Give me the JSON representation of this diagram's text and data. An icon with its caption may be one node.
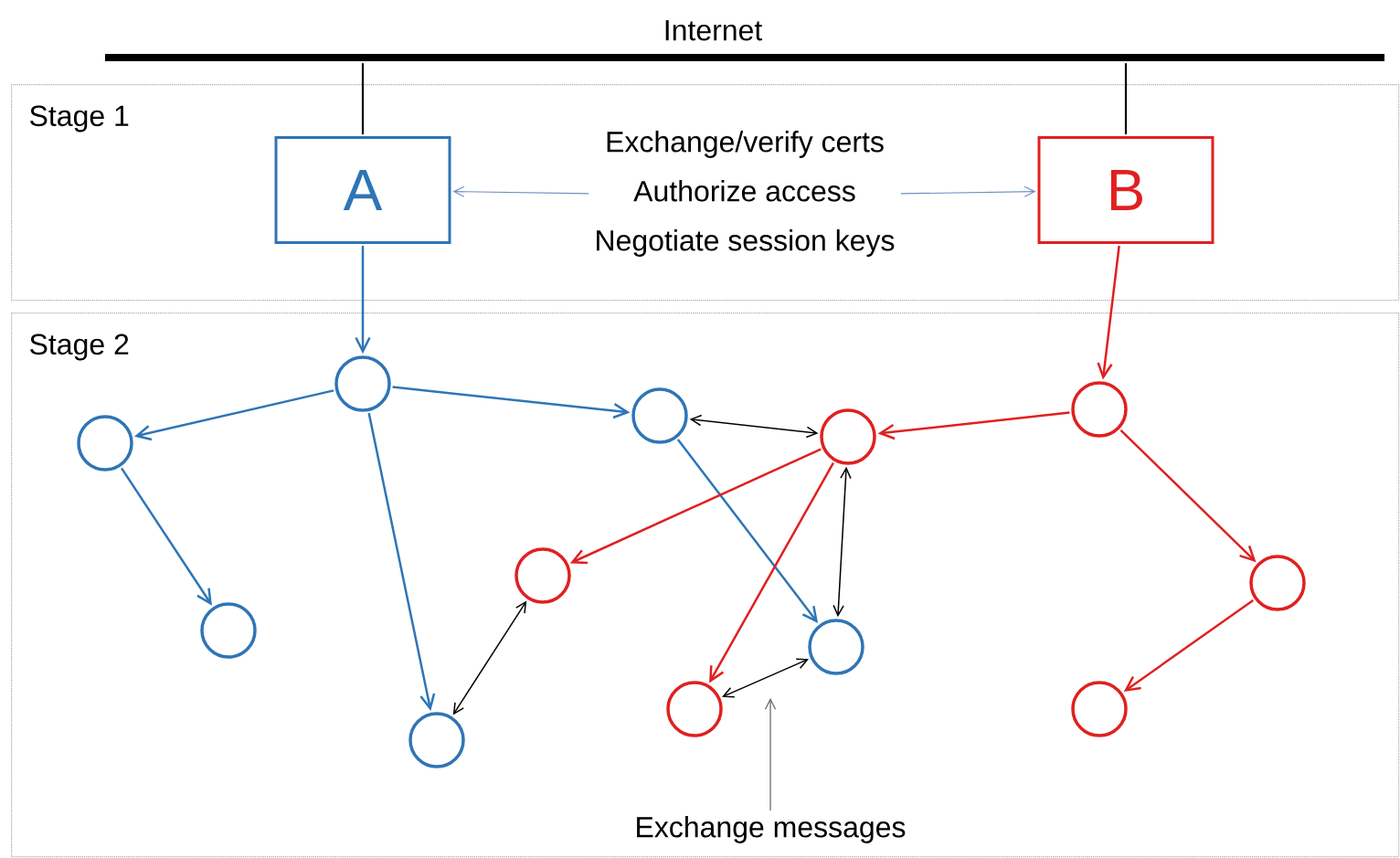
{
  "diagram": {
    "nodes": [
      {
        "text": [
          "Internet"
        ]
      },
      {
        "text": [
          "Stage 1"
        ]
      },
      {
        "text": [
          "A"
        ],
        "in": 1
      },
      {
        "text": [
          "Exchange/verify certs",
          "Authorize access",
          "Negotiate session keys"
        ],
        "in": 1
      },
      {
        "text": [
          "B"
        ],
        "in": 1
      },
      {
        "text": [
          "Stage 2"
        ]
      },
      {
        "text": [],
        "shape": "circle",
        "in": 5
      },
      {
        "text": [],
        "shape": "circle",
        "in": 5
      },
      {
        "text": [],
        "shape": "circle",
        "in": 5
      },
      {
        "text": [],
        "shape": "circle",
        "in": 5
      },
      {
        "text": [],
        "shape": "circle",
        "in": 5
      },
      {
        "text": [],
        "shape": "circle",
        "in": 5
      },
      {
        "text": [],
        "shape": "circle",
        "in": 5
      },
      {
        "text": [],
        "shape": "circle",
        "in": 5
      },
      {
        "text": [],
        "shape": "circle",
        "in": 5
      },
      {
        "text": [],
        "shape": "circle",
        "in": 5
      },
      {
        "text": [],
        "shape": "circle",
        "in": 5
      },
      {
        "text": [],
        "shape": "circle",
        "in": 5
      },
      {
        "text": [
          "Exchange messages"
        ],
        "in": 5
      }
    ],
    "edges": [
      {
        "from": 0,
        "to": 2,
        "arrow": "none",
        "color": "#000000"
      },
      {
        "from": 0,
        "to": 4,
        "arrow": "none",
        "color": "#000000"
      },
      {
        "from": 3,
        "to": 2,
        "arrow": "to",
        "color": "#6f8fc0"
      },
      {
        "from": 3,
        "to": 4,
        "arrow": "to",
        "color": "#6f8fc0"
      },
      {
        "from": 2,
        "to": 8,
        "arrow": "to",
        "color": "#2e75b6"
      },
      {
        "from": 4,
        "to": 15,
        "arrow": "to",
        "color": "#e02020"
      },
      {
        "from": 8,
        "to": 6,
        "arrow": "to",
        "color": "#2e75b6"
      },
      {
        "from": 6,
        "to": 7,
        "arrow": "to",
        "color": "#2e75b6"
      },
      {
        "from": 8,
        "to": 11,
        "arrow": "to",
        "color": "#2e75b6"
      },
      {
        "from": 8,
        "to": 9,
        "arrow": "to",
        "color": "#2e75b6"
      },
      {
        "from": 11,
        "to": 13,
        "arrow": "to",
        "color": "#2e75b6"
      },
      {
        "from": 15,
        "to": 14,
        "arrow": "to",
        "color": "#e02020"
      },
      {
        "from": 15,
        "to": 17,
        "arrow": "to",
        "color": "#e02020"
      },
      {
        "from": 17,
        "to": 16,
        "arrow": "to",
        "color": "#e02020"
      },
      {
        "from": 14,
        "to": 10,
        "arrow": "to",
        "color": "#e02020"
      },
      {
        "from": 14,
        "to": 12,
        "arrow": "to",
        "color": "#e02020"
      },
      {
        "from": 11,
        "to": 14,
        "arrow": "both",
        "color": "#000000"
      },
      {
        "from": 14,
        "to": 13,
        "arrow": "both",
        "color": "#000000"
      },
      {
        "from": 10,
        "to": 9,
        "arrow": "both",
        "color": "#000000"
      },
      {
        "from": 12,
        "to": 13,
        "arrow": "both",
        "color": "#000000"
      },
      {
        "from": 18,
        "to": null,
        "arrow": "to",
        "color": "#606060"
      }
    ]
  }
}
